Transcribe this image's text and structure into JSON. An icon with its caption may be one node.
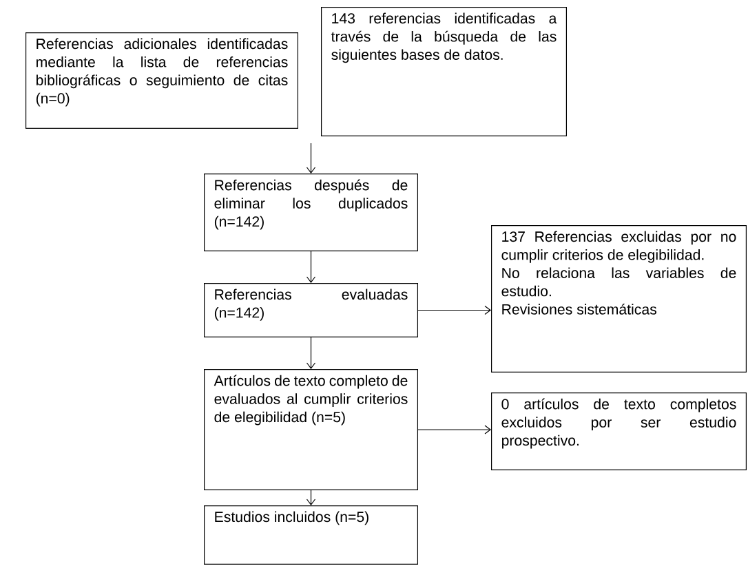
{
  "diagram": {
    "nodes": [
      {
        "text": [
          "Referencias adicionales identificadas mediante la lista de referencias bibliográficas o seguimiento de citas (n=0)"
        ]
      },
      {
        "text": [
          "143 referencias identificadas a través de la búsqueda de las siguientes bases de datos."
        ]
      },
      {
        "text": [
          "Referencias después de eliminar los duplicados (n=142)"
        ]
      },
      {
        "text": [
          "Referencias evaluadas (n=142)"
        ]
      },
      {
        "text": [
          "Artículos de texto completo de evaluados al cumplir criterios de elegibilidad (n=5)"
        ]
      },
      {
        "text": [
          "Estudios incluidos (n=5)"
        ]
      },
      {
        "text": [
          "137 Referencias excluidas por no cumplir criterios de elegibilidad.",
          "No relaciona las variables de estudio.",
          "Revisiones sistemáticas"
        ]
      },
      {
        "text": [
          "0 artículos de texto completos excluidos por ser estudio prospectivo."
        ]
      }
    ],
    "edges": [
      {
        "from": null,
        "to": 2,
        "arrow": "to"
      },
      {
        "from": 2,
        "to": 3,
        "arrow": "to"
      },
      {
        "from": 3,
        "to": 6,
        "arrow": "to"
      },
      {
        "from": 3,
        "to": 4,
        "arrow": "to"
      },
      {
        "from": 4,
        "to": 7,
        "arrow": "to"
      },
      {
        "from": 4,
        "to": 5,
        "arrow": "to"
      }
    ]
  }
}
